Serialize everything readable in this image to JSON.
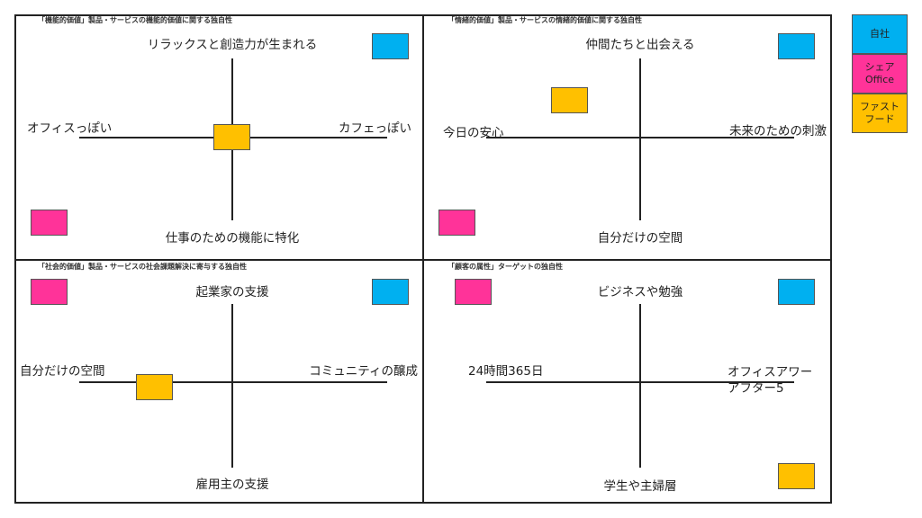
{
  "colors": {
    "self": "#00b0f0",
    "share_office": "#ff3399",
    "fast_food": "#ffc000"
  },
  "legend": [
    {
      "label": "自社"
    },
    {
      "label": "シェア\nOffice"
    },
    {
      "label": "ファスト\nフード"
    }
  ],
  "quadrants": [
    {
      "title": "「機能的価値」製品・サービスの機能的価値に関する独自性",
      "top": "リラックスと創造力が生まれる",
      "bottom": "仕事のための機能に特化",
      "left": "オフィスっぽい",
      "right": "カフェっぽい"
    },
    {
      "title": "「情緒的価値」製品・サービスの情緒的価値に関する独自性",
      "top": "仲間たちと出会える",
      "bottom": "自分だけの空間",
      "left": "今日の安心",
      "right": "未来のための刺激"
    },
    {
      "title": "「社会的価値」製品・サービスの社会課題解決に寄与する独自性",
      "top": "起業家の支援",
      "bottom": "雇用主の支援",
      "left": "自分だけの空間",
      "right": "コミュニティの醸成"
    },
    {
      "title": "「顧客の属性」ターゲットの独自性",
      "top": "ビジネスや勉強",
      "bottom": "学生や主婦層",
      "left": "24時間365日",
      "right": "オフィスアワー\nアフター5"
    }
  ]
}
